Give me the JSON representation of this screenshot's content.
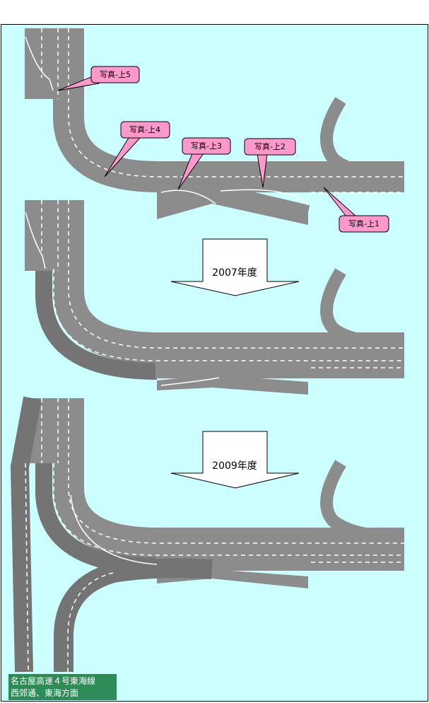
{
  "callouts": [
    {
      "id": "up5",
      "label": "写真-上5"
    },
    {
      "id": "up4",
      "label": "写真-上4"
    },
    {
      "id": "up3",
      "label": "写真-上3"
    },
    {
      "id": "up2",
      "label": "写真-上2"
    },
    {
      "id": "up1",
      "label": "写真-上1"
    }
  ],
  "arrows": [
    {
      "label": "2007年度"
    },
    {
      "label": "2009年度"
    }
  ],
  "legend": {
    "line1": "名古屋高速４号東海線",
    "line2": "西郊通、東海方面"
  },
  "colors": {
    "background": "#ccffff",
    "road": "#8c8c8c",
    "road_dark": "#747474",
    "callout_fill": "#ff99cc",
    "legend_fill": "#2e8b57"
  }
}
